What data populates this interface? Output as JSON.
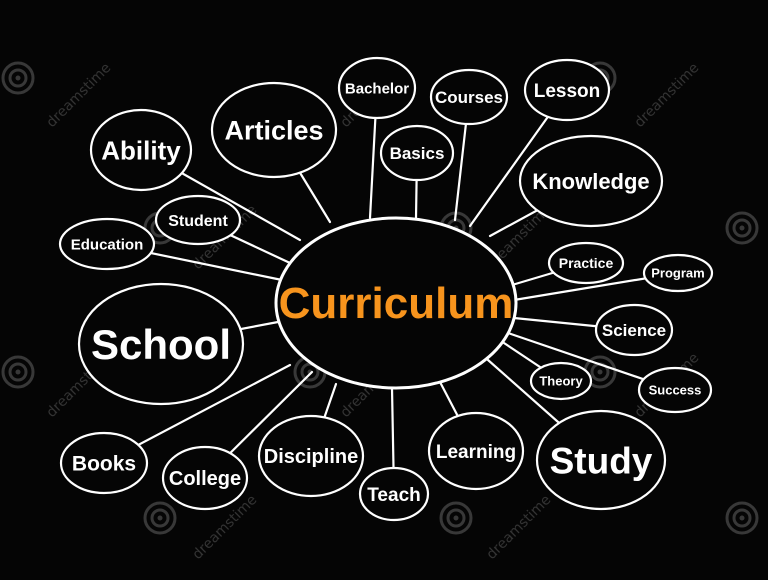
{
  "center": {
    "label": "Curriculum",
    "color": "#f7941d"
  },
  "nodes": [
    {
      "id": "bachelor",
      "label": "Bachelor"
    },
    {
      "id": "courses",
      "label": "Courses"
    },
    {
      "id": "lesson",
      "label": "Lesson"
    },
    {
      "id": "articles",
      "label": "Articles"
    },
    {
      "id": "ability",
      "label": "Ability"
    },
    {
      "id": "basics",
      "label": "Basics"
    },
    {
      "id": "knowledge",
      "label": "Knowledge"
    },
    {
      "id": "student",
      "label": "Student"
    },
    {
      "id": "education",
      "label": "Education"
    },
    {
      "id": "practice",
      "label": "Practice"
    },
    {
      "id": "program",
      "label": "Program"
    },
    {
      "id": "school",
      "label": "School"
    },
    {
      "id": "science",
      "label": "Science"
    },
    {
      "id": "theory",
      "label": "Theory"
    },
    {
      "id": "success",
      "label": "Success"
    },
    {
      "id": "books",
      "label": "Books"
    },
    {
      "id": "college",
      "label": "College"
    },
    {
      "id": "discipline",
      "label": "Discipline"
    },
    {
      "id": "teach",
      "label": "Teach"
    },
    {
      "id": "learning",
      "label": "Learning"
    },
    {
      "id": "study",
      "label": "Study"
    }
  ],
  "watermark": {
    "text": "dreamstime",
    "icon": "spiral-logo"
  },
  "colors": {
    "background": "#050505",
    "stroke": "#ffffff",
    "text": "#ffffff",
    "accent": "#f7941d"
  }
}
